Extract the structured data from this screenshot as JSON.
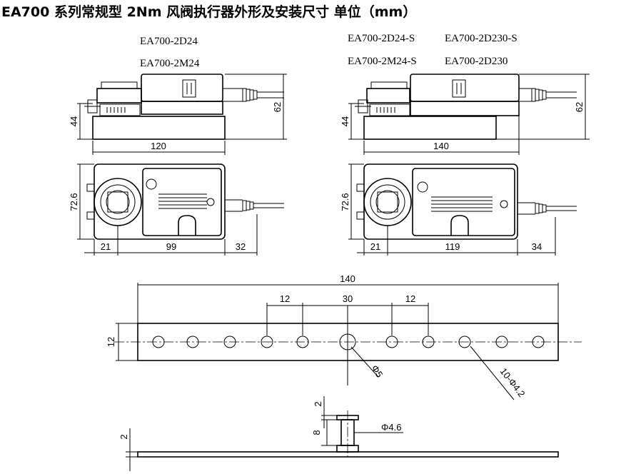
{
  "title": "EA700 系列常规型 2Nm 风阀执行器外形及安装尺寸 单位（mm）",
  "left_models": [
    "EA700-2D24",
    "EA700-2M24"
  ],
  "right_models": [
    "EA700-2D24-S",
    "EA700-2D230-S",
    "EA700-2M24-S",
    "EA700-2D230"
  ],
  "dims": {
    "left_height_base": "44",
    "left_height_total": "62",
    "left_length": "120",
    "left_width": "72.6",
    "left_seg1": "21",
    "left_seg2": "99",
    "left_seg3": "32",
    "right_height_base": "44",
    "right_height_total": "62",
    "right_length": "140",
    "right_width": "72.6",
    "right_seg1": "21",
    "right_seg2": "119",
    "right_seg3": "34",
    "bar_length": "140",
    "bar_pitch_left": "12",
    "bar_center": "30",
    "bar_pitch_right": "12",
    "bar_height": "12",
    "center_hole": "Φ5",
    "holes": "10-Φ4.2",
    "side_thickness": "2",
    "stud_head": "2",
    "stud_height": "8",
    "stud_diameter": "Φ4.6"
  }
}
